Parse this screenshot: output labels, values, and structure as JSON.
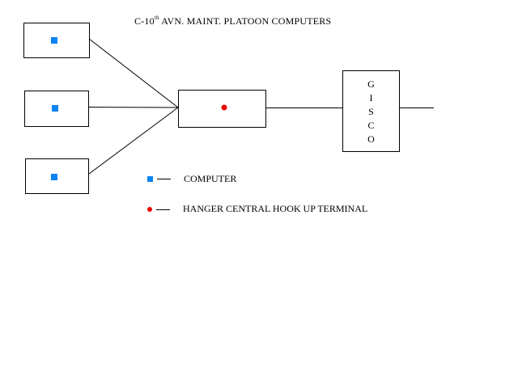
{
  "title": {
    "prefix": "C-10",
    "superscript": "th",
    "suffix": " AVN. MAINT. PLATOON COMPUTERS"
  },
  "nodes": {
    "computers": [
      {
        "id": "computer-1",
        "marker": "blue-square"
      },
      {
        "id": "computer-2",
        "marker": "blue-square"
      },
      {
        "id": "computer-3",
        "marker": "blue-square"
      }
    ],
    "hub": {
      "id": "hanger-central-hook-up-terminal",
      "marker": "red-dot"
    },
    "gisco": {
      "letters": [
        "G",
        "I",
        "S",
        "C",
        "O"
      ]
    }
  },
  "legend": [
    {
      "symbol": "blue-square",
      "label": "COMPUTER"
    },
    {
      "symbol": "red-dot",
      "label": "HANGER CENTRAL HOOK UP TERMINAL"
    }
  ],
  "colors": {
    "computer": "#0a84f5",
    "terminal": "#ee0000",
    "stroke": "#000000"
  }
}
